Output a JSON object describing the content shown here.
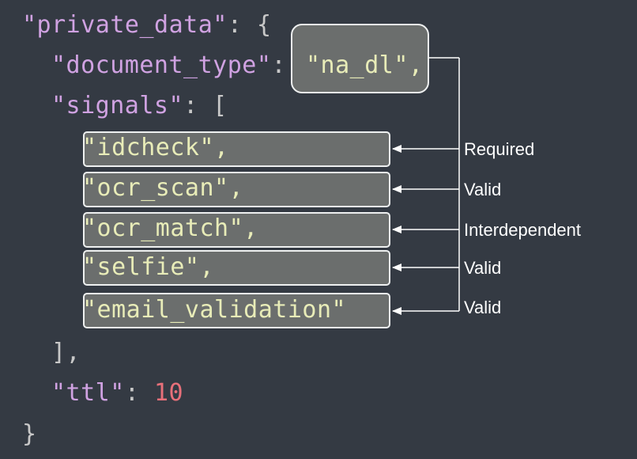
{
  "code": {
    "line1_key": "\"private_data\"",
    "line1_rest": ": {",
    "line2_key": "\"document_type\"",
    "line2_colon": ":",
    "doc_type_value": "\"na_dl\",",
    "line3_key": "\"signals\"",
    "line3_rest": ": [",
    "signals": [
      "\"idcheck\",",
      "\"ocr_scan\",",
      "\"ocr_match\",",
      "\"selfie\",",
      "\"email_validation\""
    ],
    "close_bracket": "],",
    "ttl_key": "\"ttl\"",
    "ttl_colon": ": ",
    "ttl_value": "10",
    "close_brace": "}"
  },
  "annotations": [
    "Required",
    "Valid",
    "Interdependent",
    "Valid",
    "Valid"
  ]
}
